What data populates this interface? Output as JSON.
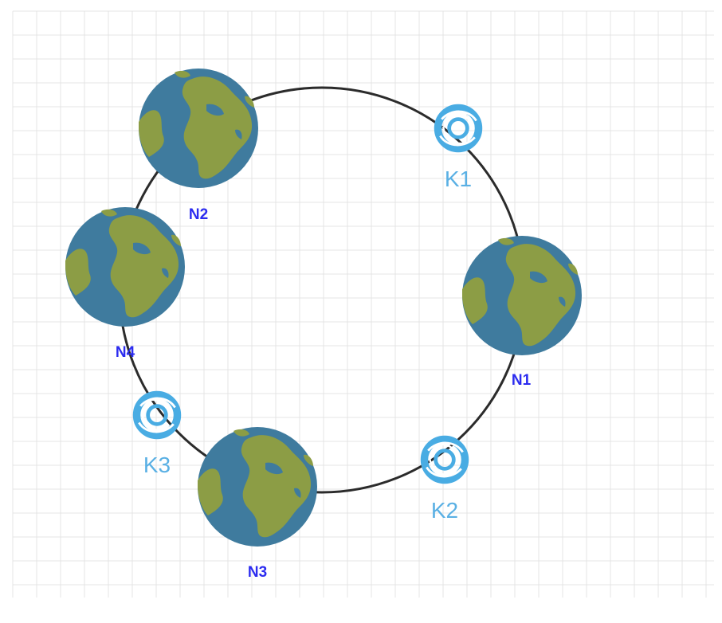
{
  "colors": {
    "grid_line": "#e4e4e4",
    "ring": "#2b2b2b",
    "ocean": "#3f7b9e",
    "land": "#8c9d45",
    "node_label": "#2c2cf0",
    "key_label": "#5ab0e4",
    "key_icon": "#49ace3"
  },
  "nodes": [
    {
      "id": "n1",
      "label": "N1",
      "icon": "globe-icon"
    },
    {
      "id": "n2",
      "label": "N2",
      "icon": "globe-icon"
    },
    {
      "id": "n3",
      "label": "N3",
      "icon": "globe-icon"
    },
    {
      "id": "n4",
      "label": "N4",
      "icon": "globe-icon"
    }
  ],
  "keys": [
    {
      "id": "k1",
      "label": "K1",
      "icon": "key-swirl-icon"
    },
    {
      "id": "k2",
      "label": "K2",
      "icon": "key-swirl-icon"
    },
    {
      "id": "k3",
      "label": "K3",
      "icon": "key-swirl-icon"
    }
  ]
}
